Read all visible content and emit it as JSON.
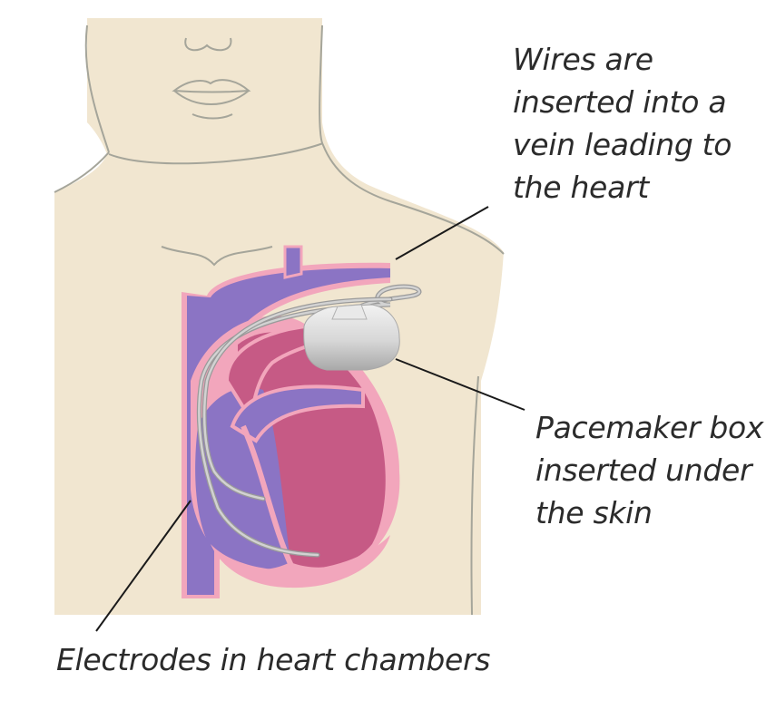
{
  "labels": {
    "wires": [
      "Wires are",
      "inserted into a",
      "vein leading to",
      "the heart"
    ],
    "pacemaker_box": [
      "Pacemaker box",
      "inserted under",
      "the skin"
    ],
    "electrodes": [
      "Electrodes in heart chambers"
    ]
  },
  "colors": {
    "skin": "#f1e6d0",
    "outline": "#9a9a90",
    "vein_purple": "#8a73c2",
    "heart_red": "#c85c86",
    "heart_pink_rim": "#f1a0b8",
    "wire_grey": "#b8b8b8",
    "device_grey": "#d6d6d6",
    "leader_line": "#1a1a1a"
  }
}
